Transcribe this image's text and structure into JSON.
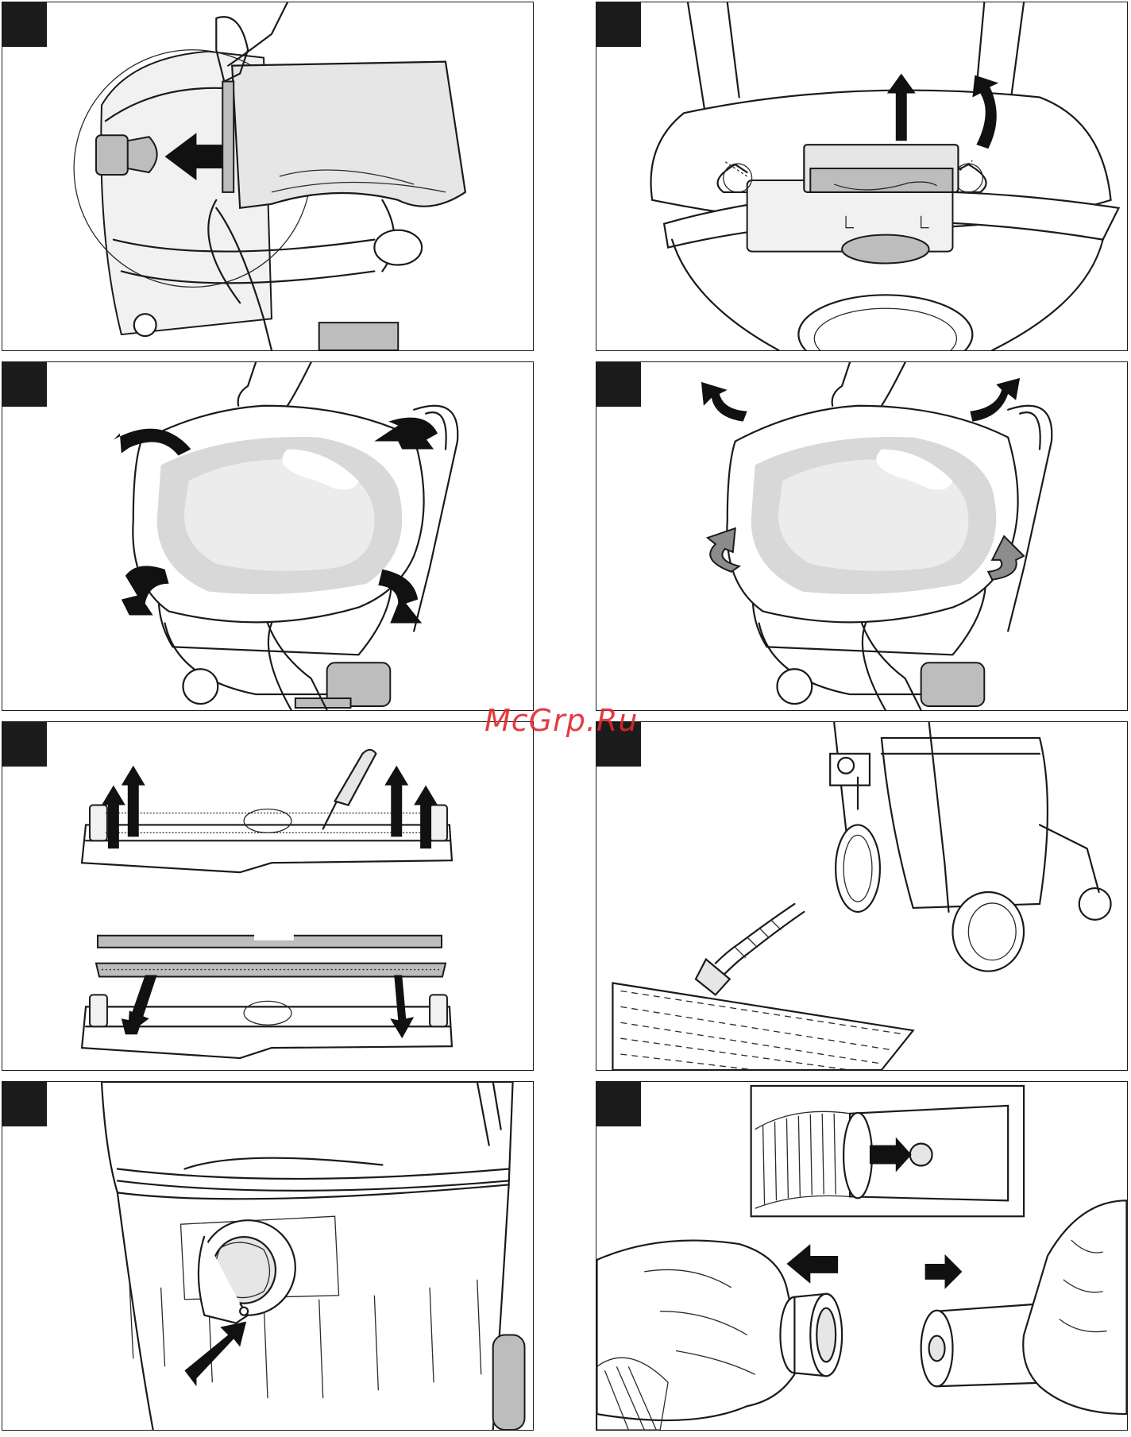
{
  "watermark": {
    "text": "McGrp.Ru"
  },
  "panels": [
    {
      "id": "empty-bag",
      "icon": "filter-bag-insert-icon"
    },
    {
      "id": "cartridge-filter",
      "icon": "cartridge-filter-remove-icon"
    },
    {
      "id": "flat-filter-remove",
      "icon": "flat-filter-remove-icon"
    },
    {
      "id": "flat-filter-insert",
      "icon": "flat-filter-insert-icon"
    },
    {
      "id": "floor-nozzle-strips",
      "icon": "floor-nozzle-brush-strip-icon"
    },
    {
      "id": "wet-vacuum-grid",
      "icon": "wet-vacuum-grid-icon"
    },
    {
      "id": "suction-socket",
      "icon": "suction-socket-icon"
    },
    {
      "id": "hose-adapter",
      "icon": "hose-adapter-icon"
    }
  ]
}
